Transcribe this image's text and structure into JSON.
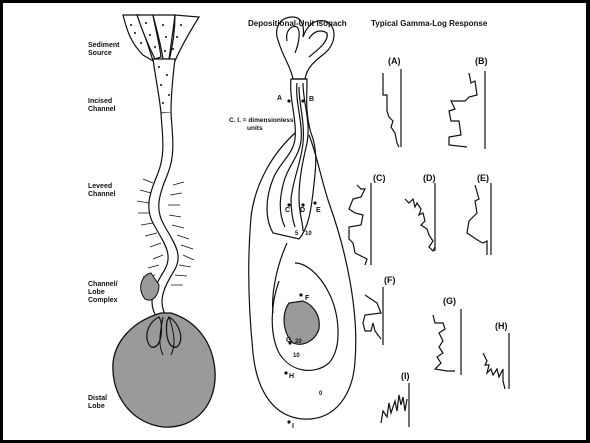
{
  "headers": {
    "isopach_title": "Depositional-Unit Isopach",
    "gamma_title": "Typical Gamma-Log Response"
  },
  "zone_labels": [
    {
      "key": "sediment_source",
      "text": "Sediment\nSource"
    },
    {
      "key": "incised_channel",
      "text": "Incised\nChannel"
    },
    {
      "key": "leveed_channel",
      "text": "Leveed\nChannel"
    },
    {
      "key": "channel_lobe",
      "text": "Channel/\nLobe\nComplex"
    },
    {
      "key": "distal_lobe",
      "text": "Distal\nLobe"
    }
  ],
  "note": "C. I. = dimensionless\n          units",
  "point_labels": [
    "A",
    "B",
    "C",
    "D",
    "E",
    "F",
    "G",
    "H",
    "I"
  ],
  "contour_values": [
    "5",
    "10",
    "20",
    "10",
    "0"
  ],
  "gamma_logs": [
    "(A)",
    "(B)",
    "(C)",
    "(D)",
    "(E)",
    "(F)",
    "(G)",
    "(H)",
    "(I)"
  ],
  "colors": {
    "ink": "#111111",
    "background": "#ffffff",
    "frame": "#000000",
    "fill": "#9a9a9a"
  }
}
